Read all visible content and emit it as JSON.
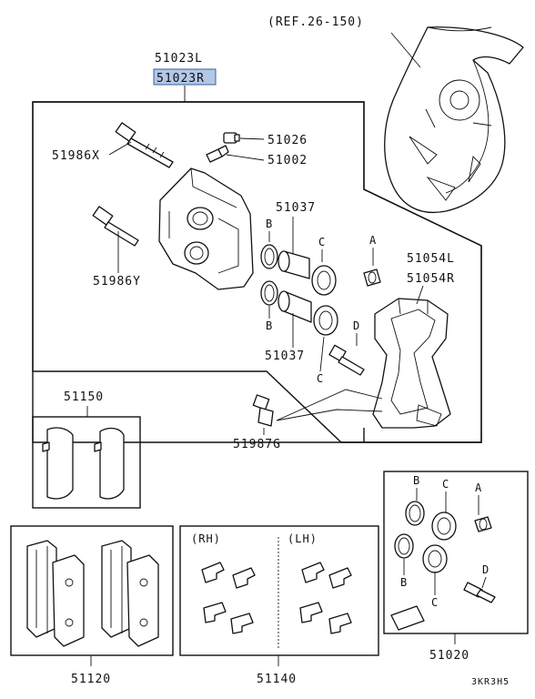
{
  "reference": "(REF.26-150)",
  "caliper_assembly": {
    "part_left": "51023L",
    "part_right": "51023R",
    "highlight_color": "#b3c7e6"
  },
  "parts": {
    "bolt_x": "51986X",
    "bolt_y": "51986Y",
    "bleeder_cap": "51026",
    "bleeder_screw": "51002",
    "piston_seal_top": "51037",
    "piston_seal_bottom": "51037",
    "support_left": "51054L",
    "support_right": "51054R",
    "pin_bolt": "51987G",
    "shim_kit": "51150",
    "pad_set": "51120",
    "clip_kit": "51140",
    "seal_kit": "51020"
  },
  "letters": {
    "b1": "B",
    "c1": "C",
    "a1": "A",
    "b2": "B",
    "d1": "D",
    "c2": "C",
    "kit_b1": "B",
    "kit_c1": "C",
    "kit_a1": "A",
    "kit_b2": "B",
    "kit_d1": "D",
    "kit_c2": "C"
  },
  "clip_kit_sides": {
    "right": "(RH)",
    "left": "(LH)"
  },
  "diagram_code": "3KR3H5"
}
